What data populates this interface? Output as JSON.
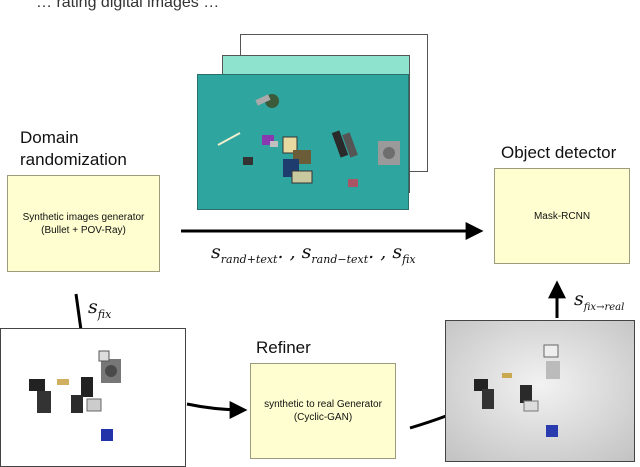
{
  "top_caption_fragment": "… rating  digital  images  …",
  "labels": {
    "domain_randomization": [
      "Domain",
      "randomization"
    ],
    "object_detector": "Object detector",
    "refiner": "Refiner"
  },
  "boxes": {
    "synthetic_generator": [
      "Synthetic images generator",
      "(Bullet + POV-Ray)"
    ],
    "mask_rcnn": "Mask-RCNN",
    "refiner_generator": [
      "synthetic to real Generator",
      "(Cyclic-GAN)"
    ]
  },
  "math": {
    "main_arrow": {
      "s1": "s",
      "s1_sub": "rand+text",
      "s2": "s",
      "s2_sub": "rand−text",
      "s3": "s",
      "s3_sub": "fix",
      "sep": ". , "
    },
    "left_arrow": {
      "s": "s",
      "sub": "fix"
    },
    "right_arrow": {
      "s": "s",
      "sub": "fix→real"
    }
  },
  "colors": {
    "box_fill": "#fefed0",
    "teal_image": "#2fa5a0",
    "teal_light": "#8ee3cf",
    "arrow": "#000000"
  },
  "images": {
    "stack": [
      "rendered-synthetic-scene",
      "teal-background-copy",
      "white-background-copy"
    ],
    "left": "synthetic-fix-scene",
    "right": "refined-realistic-scene"
  }
}
